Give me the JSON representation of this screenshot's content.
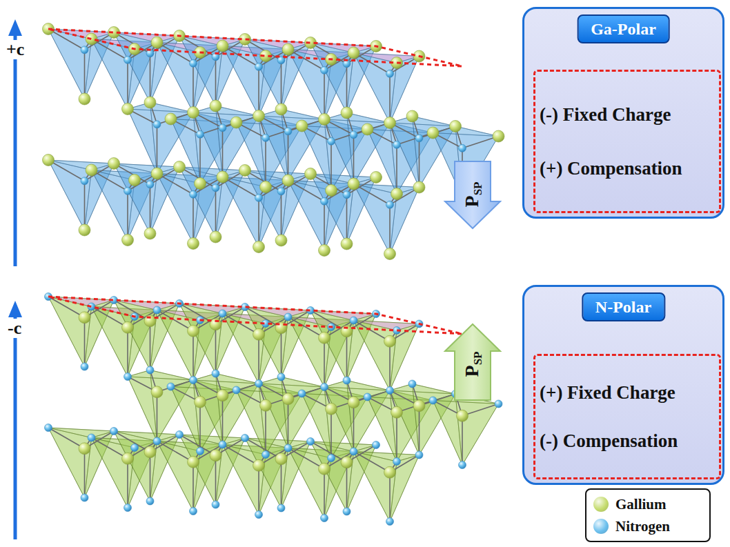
{
  "diagram": {
    "nodes": [
      {
        "text": [
          "Ga-Polar"
        ]
      },
      {
        "text": [
          "(-) Fixed Charge",
          "(+) Compensation"
        ],
        "in": 0
      },
      {
        "text": [
          "N-Polar"
        ]
      },
      {
        "text": [
          "(+) Fixed Charge",
          "(-) Compensation"
        ],
        "in": 2
      }
    ],
    "labels": [
      "+c",
      "P",
      "SP",
      "-c",
      "P",
      "SP"
    ],
    "legend": [
      {
        "text": "Gallium",
        "color": "#c5dc6e"
      },
      {
        "text": "Nitrogen",
        "color": "#6cc0ee"
      }
    ]
  }
}
